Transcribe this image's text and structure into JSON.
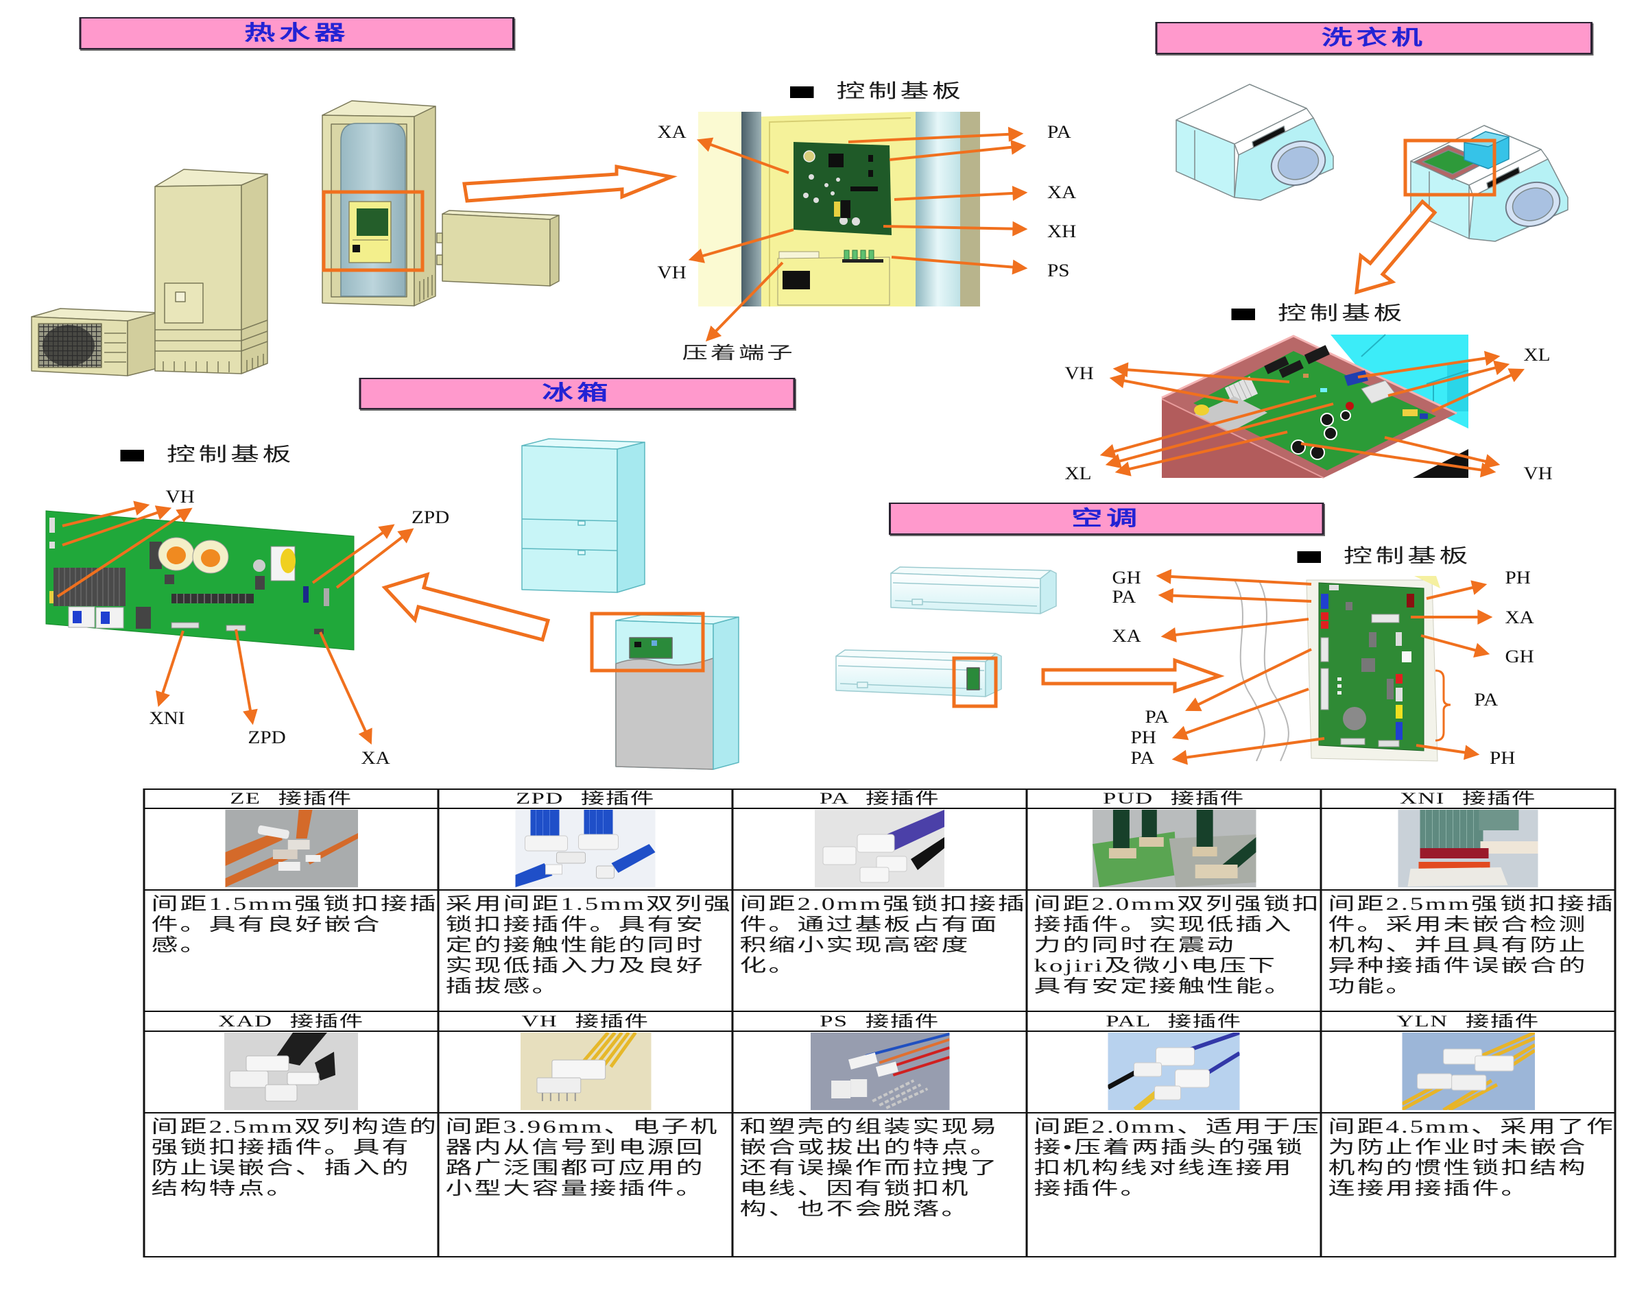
{
  "sections": {
    "water_heater": {
      "title": "热水器",
      "board_caption": "控制基板",
      "labels": {
        "xa_left": "XA",
        "vh_left": "VH",
        "pa": "PA",
        "xa_right": "XA",
        "xh": "XH",
        "ps": "PS",
        "crimp_terminal": "压着端子"
      }
    },
    "washing_machine": {
      "title": "洗衣机",
      "board_caption": "控制基板",
      "labels": {
        "vh_left": "VH",
        "xl_left": "XL",
        "xl_right": "XL",
        "vh_right": "VH"
      }
    },
    "refrigerator": {
      "title": "冰箱",
      "board_caption": "控制基板",
      "labels": {
        "vh": "VH",
        "zpd_top": "ZPD",
        "xni": "XNI",
        "zpd_bottom": "ZPD",
        "xa": "XA"
      }
    },
    "air_conditioner": {
      "title": "空调",
      "board_caption": "控制基板",
      "labels": {
        "gh_left": "GH",
        "pa_left_top": "PA",
        "xa_left": "XA",
        "pa_left_mid": "PA",
        "ph_left": "PH",
        "pa_left_bottom": "PA",
        "ph_right_top": "PH",
        "xa_right": "XA",
        "gh_right": "GH",
        "pa_right_group": "PA",
        "ph_right_bottom": "PH"
      }
    }
  },
  "caption_icon": "bullet-square",
  "connector_table": {
    "rows": [
      {
        "cells": [
          {
            "name": "ZE 接插件",
            "description": "间距1.5mm强锁扣接插\n件。具有良好嵌合\n感。"
          },
          {
            "name": "ZPD 接插件",
            "description": "采用间距1.5mm双列强\n锁扣接插件。具有安\n定的接触性能的同时\n实现低插入力及良好\n插拔感。"
          },
          {
            "name": "PA 接插件",
            "description": "间距2.0mm强锁扣接插\n件。通过基板占有面\n积缩小实现高密度\n化。"
          },
          {
            "name": "PUD 接插件",
            "description": "间距2.0mm双列强锁扣\n接插件。实现低插入\n力的同时在震动\nkojiri及微小电压下\n具有安定接触性能。"
          },
          {
            "name": "XNI 接插件",
            "description": "间距2.5mm强锁扣接插\n件。采用未嵌合检测\n机构、并且具有防止\n异种接插件误嵌合的\n功能。"
          }
        ]
      },
      {
        "cells": [
          {
            "name": "XAD 接插件",
            "description": "间距2.5mm双列构造的\n强锁扣接插件。具有\n防止误嵌合、插入的\n结构特点。"
          },
          {
            "name": "VH 接插件",
            "description": "间距3.96mm、电子机\n器内从信号到电源回\n路广泛围都可应用的\n小型大容量接插件。"
          },
          {
            "name": "PS 接插件",
            "description": "和塑壳的组装实现易\n嵌合或拔出的特点。\n还有误操作而拉拽了\n电线、因有锁扣机\n构、也不会脱落。"
          },
          {
            "name": "PAL 接插件",
            "description": "间距2.0mm、适用于压\n接•压着两插头的强锁\n扣机构线对线连接用\n接插件。"
          },
          {
            "name": "YLN 接插件",
            "description": "间距4.5mm、采用了作\n为防止作业时未嵌合\n机构的惯性锁扣结构\n连接用接插件。"
          }
        ]
      }
    ]
  },
  "colors": {
    "header_background": "#ff99cc",
    "header_text": "#2323d4",
    "callout_orange": "#f0701e",
    "pcb_green": "#1f5a28"
  }
}
